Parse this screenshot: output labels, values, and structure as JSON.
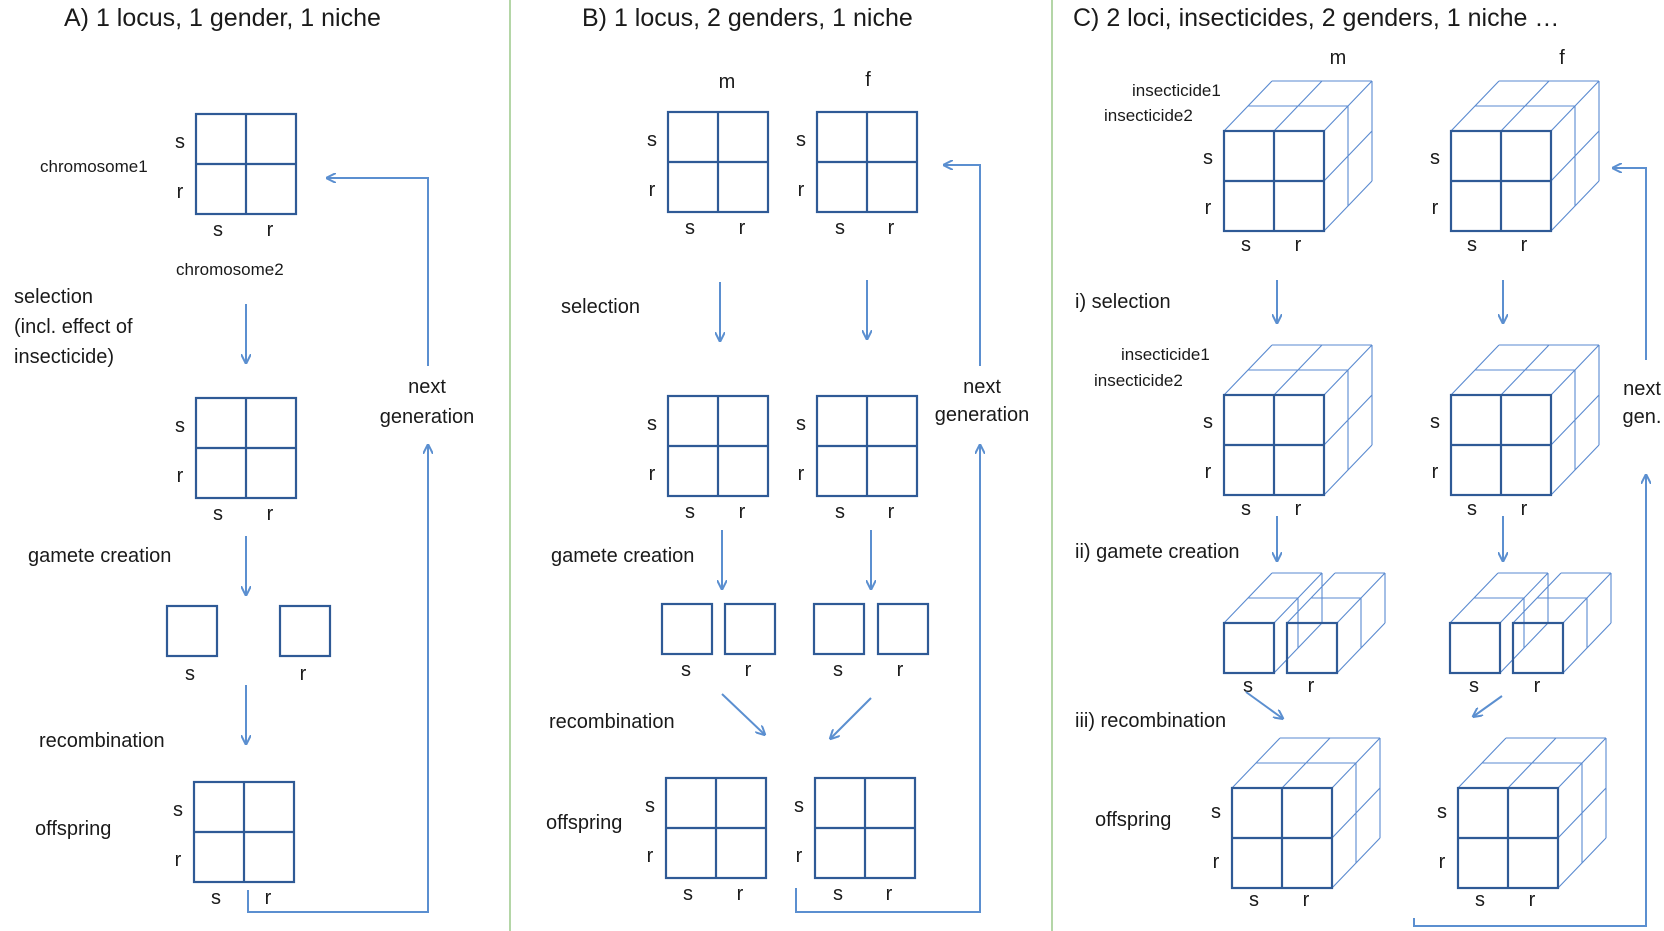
{
  "panels": {
    "a": {
      "title": "A) 1 locus, 1 gender, 1 niche",
      "chromosome1": "chromosome1",
      "chromosome2": "chromosome2",
      "selection": [
        "selection",
        "(incl. effect of",
        "insecticide)"
      ],
      "gamete_creation": "gamete creation",
      "recombination": "recombination",
      "offspring": "offspring",
      "next_generation": [
        "next",
        "generation"
      ]
    },
    "b": {
      "title": "B) 1 locus, 2 genders, 1 niche",
      "male": "m",
      "female": "f",
      "selection": "selection",
      "gamete_creation": "gamete creation",
      "recombination": "recombination",
      "offspring": "offspring",
      "next_generation": [
        "next",
        "generation"
      ]
    },
    "c": {
      "title": "C) 2 loci, insecticides, 2 genders, 1 niche …",
      "male": "m",
      "female": "f",
      "insecticide1": "insecticide1",
      "insecticide2": "insecticide2",
      "selection": "i) selection",
      "gamete_creation": "ii) gamete creation",
      "recombination": "iii) recombination",
      "offspring": "offspring",
      "next_generation": [
        "next",
        "gen."
      ]
    }
  },
  "allele_s": "s",
  "allele_r": "r",
  "colors": {
    "grid": "#2f5a96",
    "arrow": "#5b8fd0",
    "divider": "#9cc98a"
  }
}
